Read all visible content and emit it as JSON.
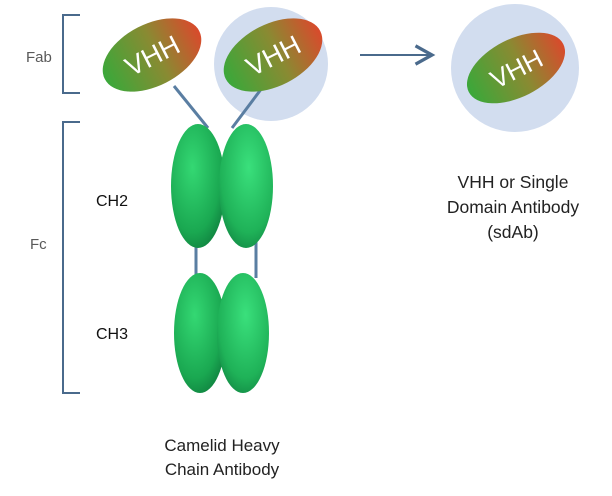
{
  "labels": {
    "fab": "Fab",
    "fc": "Fc",
    "ch2": "CH2",
    "ch3": "CH3",
    "vhh": "VHH"
  },
  "captions": {
    "heavy_chain": [
      "Camelid Heavy",
      "Chain Antibody"
    ],
    "single_domain": [
      "VHH or Single",
      "Domain Antibody",
      "(sdAb)"
    ]
  },
  "colors": {
    "bracket": "#4a6a8c",
    "arrow": "#4a6a8c",
    "linker": "#5a7ea2",
    "halo": "#d2ddef",
    "domain_green_light": "#2ecf6a",
    "domain_green_dark": "#0e7a3c",
    "vhh_red": "#d94a2c",
    "vhh_green": "#3aa83a"
  }
}
